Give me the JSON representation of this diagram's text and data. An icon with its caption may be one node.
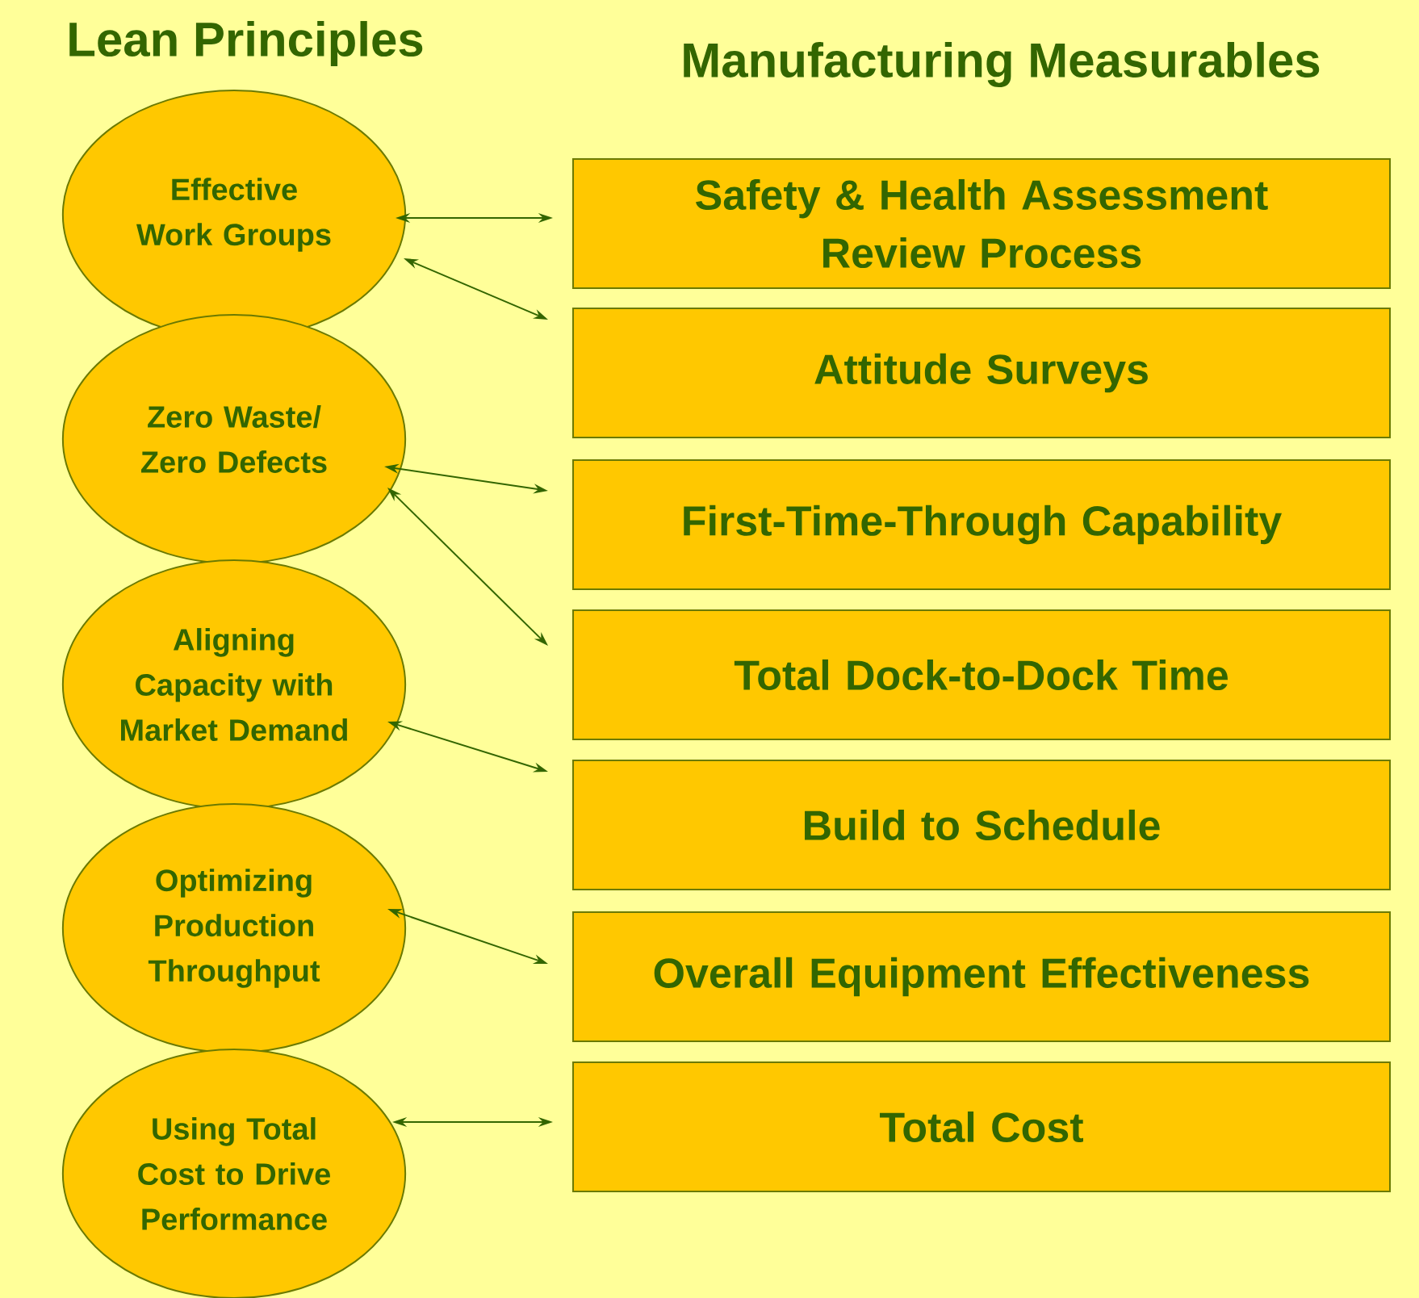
{
  "diagram": {
    "nodes": [
      {
        "text": [
          "Lean Principles"
        ]
      },
      {
        "text": [
          "Manufacturing Measurables"
        ]
      },
      {
        "text": [
          "Effective Work Groups"
        ]
      },
      {
        "text": [
          "Zero Waste/ Zero Defects"
        ]
      },
      {
        "text": [
          "Aligning Capacity with Market Demand"
        ]
      },
      {
        "text": [
          "Optimizing Production Throughput"
        ]
      },
      {
        "text": [
          "Using Total Cost to Drive Performance"
        ]
      },
      {
        "text": [
          "Safety & Health Assessment Review Process"
        ]
      },
      {
        "text": [
          "Attitude Surveys"
        ]
      },
      {
        "text": [
          "First-Time-Through Capability"
        ]
      },
      {
        "text": [
          "Total Dock-to-Dock Time"
        ]
      },
      {
        "text": [
          "Build to Schedule"
        ]
      },
      {
        "text": [
          "Overall Equipment Effectiveness"
        ]
      },
      {
        "text": [
          "Total Cost"
        ]
      }
    ],
    "edges": [
      {
        "from": 2,
        "to": 7,
        "arrow": "both"
      },
      {
        "from": 2,
        "to": 8,
        "arrow": "both"
      },
      {
        "from": 3,
        "to": 9,
        "arrow": "both"
      },
      {
        "from": 3,
        "to": 10,
        "arrow": "both"
      },
      {
        "from": 4,
        "to": 11,
        "arrow": "both"
      },
      {
        "from": 5,
        "to": 12,
        "arrow": "both"
      },
      {
        "from": 6,
        "to": 13,
        "arrow": "both"
      }
    ]
  }
}
